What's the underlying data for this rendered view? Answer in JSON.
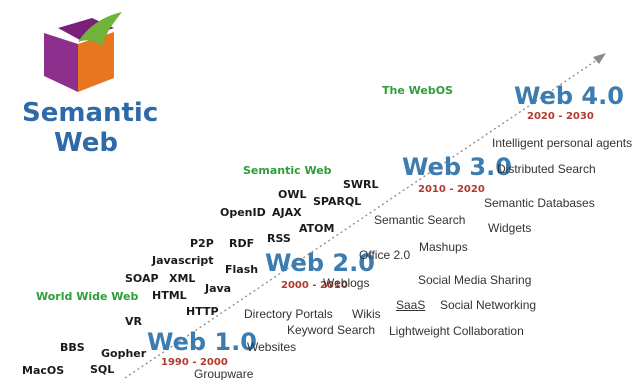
{
  "logo": {
    "word1": "Semantic",
    "word2": "Web",
    "colors": {
      "purple": "#8e2f8e",
      "orange": "#e6761f",
      "green": "#6fb33a",
      "text": "#2f6aa8"
    }
  },
  "eras": [
    {
      "title": "Web 1.0",
      "years": "1990 - 2000"
    },
    {
      "title": "Web 2.0",
      "years": "2000 - 2010"
    },
    {
      "title": "Web 3.0",
      "years": "2010 - 2020"
    },
    {
      "title": "Web 4.0",
      "years": "2020 - 2030"
    }
  ],
  "phases": {
    "world_wide_web": "World Wide Web",
    "semantic_web": "Semantic Web",
    "webos": "The WebOS"
  },
  "technologies": {
    "macos": "MacOS",
    "sql": "SQL",
    "bbs": "BBS",
    "gopher": "Gopher",
    "vr": "VR",
    "http": "HTTP",
    "html": "HTML",
    "java": "Java",
    "soap": "SOAP",
    "xml": "XML",
    "javascript": "Javascript",
    "flash": "Flash",
    "p2p": "P2P",
    "rdf": "RDF",
    "rss": "RSS",
    "openid": "OpenID",
    "ajax": "AJAX",
    "atom": "ATOM",
    "owl": "OWL",
    "sparql": "SPARQL",
    "swrl": "SWRL"
  },
  "applications": {
    "groupware": "Groupware",
    "websites": "Websites",
    "keyword_search": "Keyword Search",
    "directory_portals": "Directory Portals",
    "wikis": "Wikis",
    "weblogs": "Weblogs",
    "office20": "Office 2.0",
    "mashups": "Mashups",
    "saas": "SaaS",
    "lightweight_collab": "Lightweight Collaboration",
    "social_networking": "Social Networking",
    "social_media_sharing": "Social Media Sharing",
    "semantic_search": "Semantic Search",
    "widgets": "Widgets",
    "semantic_databases": "Semantic Databases",
    "distributed_search": "Distributed Search",
    "intelligent_agents": "Intelligent personal agents"
  },
  "colors": {
    "era": "#3d7cb0",
    "years": "#b03a2e",
    "phase": "#2e9d3a",
    "arrow": "#888888"
  }
}
